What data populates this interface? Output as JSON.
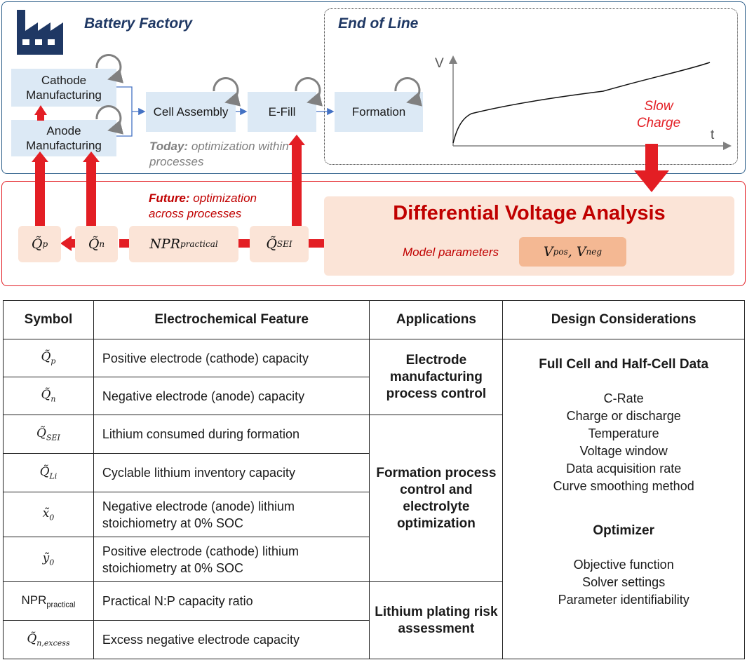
{
  "factory": {
    "title": "Battery Factory",
    "processes": {
      "cathode": "Cathode Manufacturing",
      "anode": "Anode Manufacturing",
      "cell_assembly": "Cell Assembly",
      "efill": "E-Fill",
      "formation": "Formation"
    },
    "today_bold": "Today:",
    "today_rest": " optimization within processes"
  },
  "end_of_line": {
    "title": "End of Line",
    "v_axis": "V",
    "t_axis": "t",
    "slow_charge": "Slow Charge"
  },
  "future": {
    "label_bold": "Future:",
    "label_rest": " optimization across processes",
    "dva_title": "Differential Voltage Analysis",
    "model_params_label": "Model parameters",
    "model_params_value": "V_pos, V_neg",
    "chain": [
      "Q̃_p",
      "Q̃_n",
      "NPR_practical",
      "Q̃_SEI"
    ]
  },
  "table": {
    "headers": [
      "Symbol",
      "Electrochemical Feature",
      "Applications",
      "Design Considerations"
    ],
    "rows": [
      {
        "symbol": "Q̃p",
        "feature": "Positive electrode (cathode) capacity"
      },
      {
        "symbol": "Q̃n",
        "feature": "Negative electrode (anode) capacity"
      },
      {
        "symbol": "Q̃SEI",
        "feature": "Lithium consumed during formation"
      },
      {
        "symbol": "Q̃Li",
        "feature": "Cyclable lithium inventory capacity"
      },
      {
        "symbol": "x̃0",
        "feature": "Negative electrode (anode) lithium stoichiometry at 0% SOC"
      },
      {
        "symbol": "ỹ0",
        "feature": "Positive electrode (cathode) lithium stoichiometry at 0% SOC"
      },
      {
        "symbol": "NPRpractical",
        "feature": "Practical N:P capacity ratio"
      },
      {
        "symbol": "Q̃n,excess",
        "feature": "Excess negative electrode capacity"
      }
    ],
    "applications": [
      "Electrode manufacturing process control",
      "Formation process control and electrolyte optimization",
      "Lithium plating risk assessment"
    ],
    "design": {
      "heading1": "Full Cell and Half-Cell Data",
      "items1": [
        "C-Rate",
        "Charge or discharge",
        "Temperature",
        "Voltage window",
        "Data acquisition rate",
        "Curve smoothing method"
      ],
      "heading2": "Optimizer",
      "items2": [
        "Objective function",
        "Solver settings",
        "Parameter identifiability"
      ]
    }
  },
  "colors": {
    "accent_red": "#e31e24",
    "dark_red": "#c00000",
    "navy": "#1f3864",
    "process_blue": "#dce9f5",
    "peach": "#fbe4d7"
  }
}
